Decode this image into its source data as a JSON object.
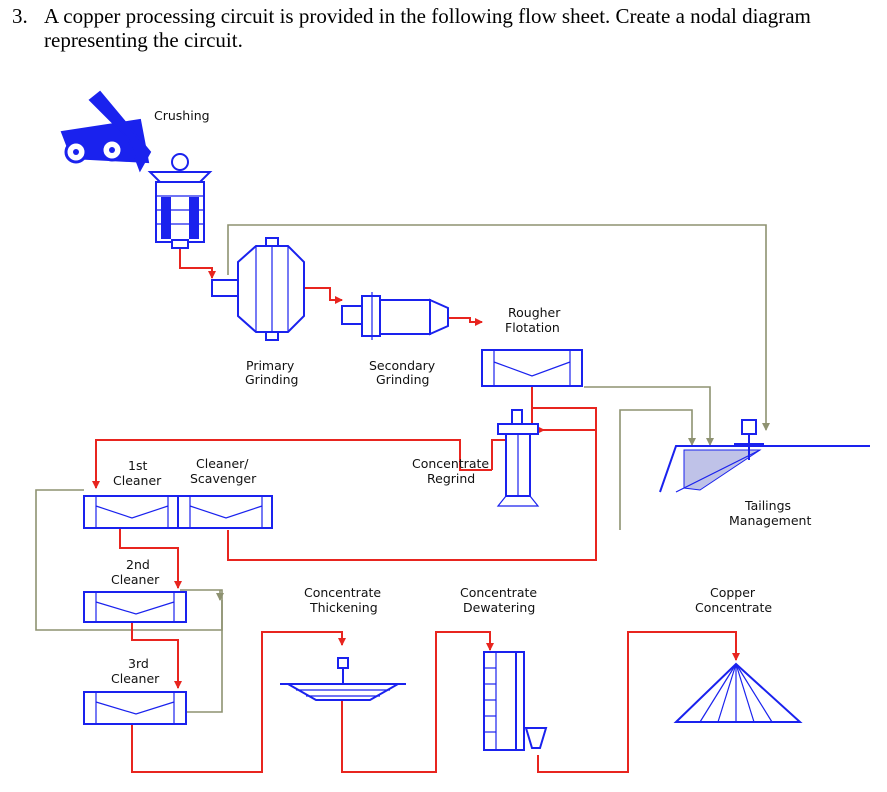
{
  "question": {
    "number": "3.",
    "line1": "A copper processing circuit is provided in the following flow sheet. Create a nodal diagram",
    "line2": "representing the circuit."
  },
  "labels": {
    "crushing": "Crushing",
    "primary_grinding": [
      "Primary",
      "Grinding"
    ],
    "secondary_grinding": [
      "Secondary",
      "Grinding"
    ],
    "rougher_flotation": [
      "Rougher",
      "Flotation"
    ],
    "first_cleaner": [
      "1st",
      "Cleaner"
    ],
    "cleaner_scavenger": [
      "Cleaner/",
      "Scavenger"
    ],
    "concentrate_regrind": [
      "Concentrate",
      "Regrind"
    ],
    "tailings_management": [
      "Tailings",
      "Management"
    ],
    "second_cleaner": [
      "2nd",
      "Cleaner"
    ],
    "third_cleaner": [
      "3rd",
      "Cleaner"
    ],
    "concentrate_thickening": [
      "Concentrate",
      "Thickening"
    ],
    "concentrate_dewatering": [
      "Concentrate",
      "Dewatering"
    ],
    "copper_concentrate": [
      "Copper",
      "Concentrate"
    ]
  },
  "colors": {
    "equipment": "#1a22ee",
    "concentrate_flow": "#e8251f",
    "tailings_flow": "#8e9271"
  }
}
